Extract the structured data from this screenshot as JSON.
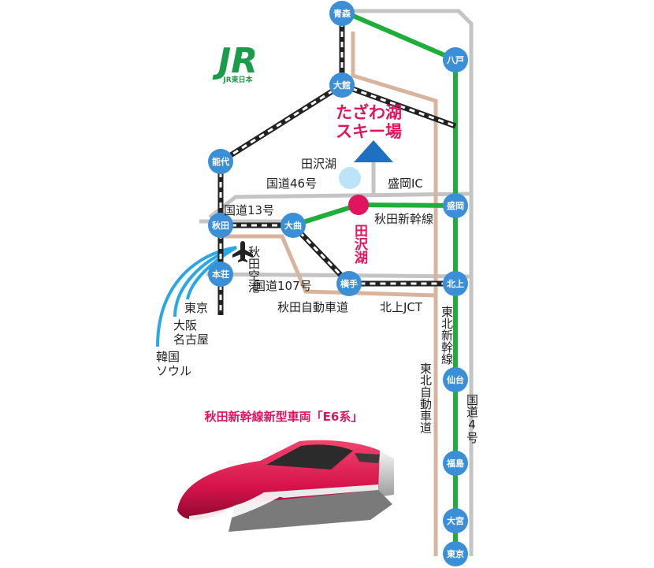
{
  "logo": {
    "mark": "JR",
    "sub": "JR東日本",
    "color": "#1a9c4a"
  },
  "colors": {
    "station_blue": "#3b8fd6",
    "shinkansen_green": "#1fae3a",
    "expressway_tan": "#d9b49c",
    "road_grey": "#c4c4c4",
    "rail_black": "#222222",
    "destination_magenta": "#e2145f",
    "marker_blue": "#1f6fc2",
    "lake_blue": "#bde3f8",
    "air_route_blue": "#2aa7e6"
  },
  "stations": {
    "aomori": "青森",
    "hachinohe": "八戸",
    "odate": "大館",
    "noshiro": "能代",
    "morioka": "盛岡",
    "akita": "秋田",
    "omagari": "大曲",
    "honjo": "本荘",
    "yokote": "横手",
    "kitakami": "北上",
    "sendai": "仙台",
    "fukushima": "福島",
    "omiya": "大宮",
    "tokyo": "東京"
  },
  "labels": {
    "destination_line1": "たざわ湖",
    "destination_line2": "スキー場",
    "lake": "田沢湖",
    "route46": "国道46号",
    "morioka_ic": "盛岡IC",
    "route13": "国道13号",
    "akita_shinkansen": "秋田新幹線",
    "tazawako_station": "田沢湖",
    "airport": "秋田空港",
    "route107": "国道107号",
    "akita_expressway": "秋田自動車道",
    "kitakami_jct": "北上JCT",
    "tohoku_shinkansen": "東北新幹線",
    "tohoku_expressway": "東北自動車道",
    "route4": "国道4号",
    "flight_tokyo": "東京",
    "flight_osaka": "大阪",
    "flight_nagoya": "名古屋",
    "flight_korea": "韓国",
    "flight_seoul": "ソウル"
  },
  "train_caption": "秋田新幹線新型車両「E6系」"
}
